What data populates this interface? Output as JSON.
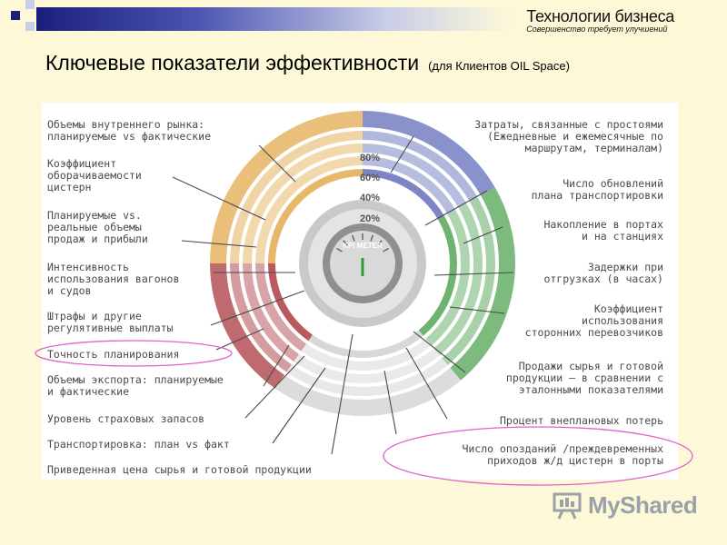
{
  "header": {
    "brand_title": "Технологии бизнеса",
    "brand_tagline": "Совершенство требует улучшений"
  },
  "title": {
    "main": "Ключевые показатели эффективности",
    "sub": "(для Клиентов OIL Space)"
  },
  "gauge": {
    "center_label": "KPI METER",
    "ring_labels": [
      "80%",
      "60%",
      "40%",
      "20%"
    ],
    "segment_colors": [
      "#e8b86a",
      "#7c86c4",
      "#6eb36f",
      "#d8d8d8",
      "#b85a5e"
    ]
  },
  "left_labels": [
    "Объемы внутреннего рынка:\nпланируемые vs фактические",
    "Коэффициент\nоборачиваемости\nцистерн",
    "Планируемые vs.\nреальные объемы\nпродаж и прибыли",
    "Интенсивность\nиспользования вагонов\nи судов",
    "Штрафы и другие\nрегулятивные выплаты",
    "Точность планирования",
    "Объемы экспорта: планируемые\nи фактические",
    "Уровень страховых запасов",
    "Транспортировка: план vs факт",
    "Приведенная цена сырья и готовой продукции"
  ],
  "right_labels": [
    "Затраты, связанные с простоями\n(Ежедневные и ежемесячные по\nмаршрутам, терминалам)",
    "Число обновлений\nплана транспортировки",
    "Накопление в портах\nи на станциях",
    "Задержки при\nотгрузках (в часах)",
    "Коэффициент\nиспользования\nсторонних перевозчиков",
    "Продажи сырья и готовой\nпродукции – в сравнении с\nэталонными показателями",
    "Процент внеплановых потерь",
    "Число опозданий /преждевременных\nприходов ж/д цистерн в порты"
  ],
  "footer": {
    "logo_text": "MyShared"
  }
}
